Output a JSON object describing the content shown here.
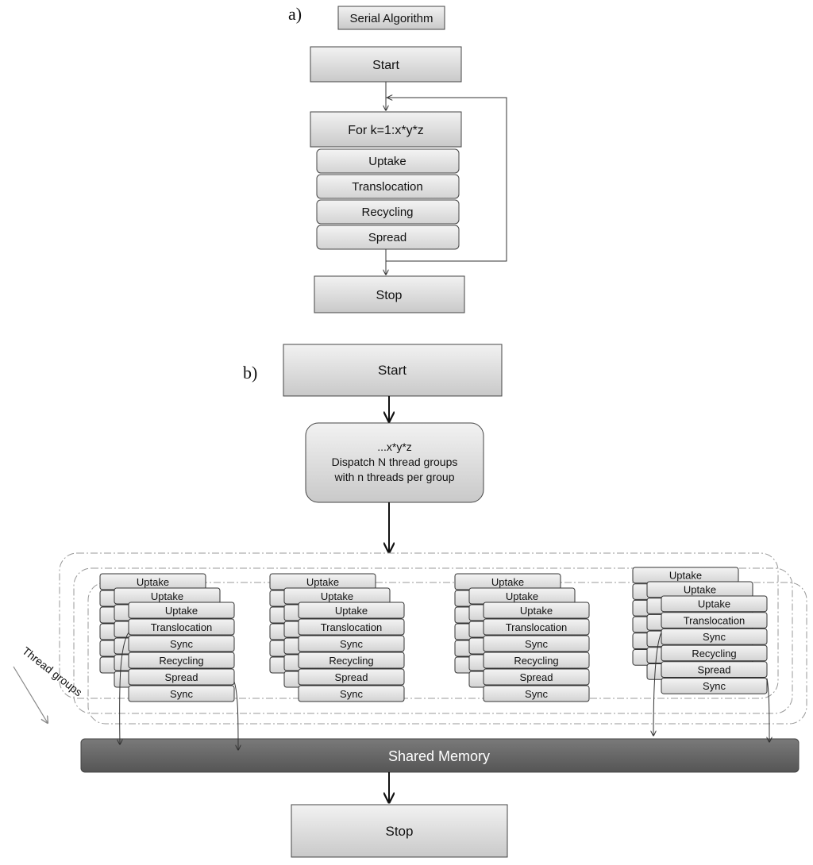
{
  "panel_a": {
    "label": "a)",
    "title": "Serial Algorithm",
    "start": "Start",
    "loop": "For k=1:x*y*z",
    "steps": [
      "Uptake",
      "Translocation",
      "Recycling",
      "Spread"
    ],
    "stop": "Stop"
  },
  "panel_b": {
    "label": "b)",
    "start": "Start",
    "dispatch_lines": [
      "...x*y*z",
      "Dispatch N thread groups",
      "with n threads per group"
    ],
    "thread_steps": [
      "Uptake",
      "Translocation",
      "Sync",
      "Recycling",
      "Spread",
      "Sync"
    ],
    "group_count": 4,
    "threads_label": "Thread groups",
    "shared_memory": "Shared Memory",
    "stop": "Stop"
  }
}
